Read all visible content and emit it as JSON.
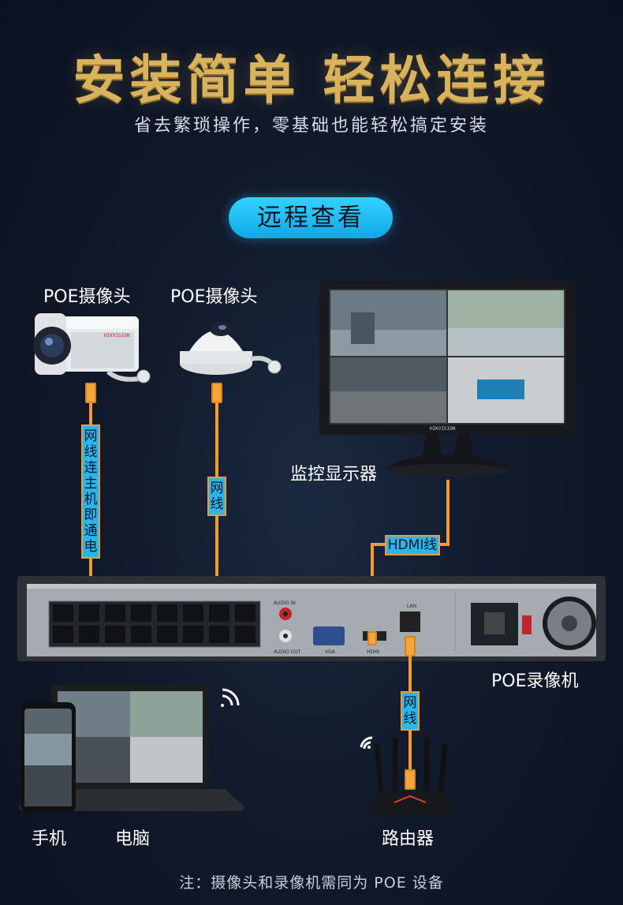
{
  "header": {
    "title": "安装简单  轻松连接",
    "subtitle": "省去繁琐操作，零基础也能轻松搞定安装"
  },
  "section_badge": "远程查看",
  "devices": {
    "camera_bullet_label": "POE摄像头",
    "camera_dome_label": "POE摄像头",
    "monitor_label": "监控显示器",
    "nvr_label": "POE录像机",
    "phone_label": "手机",
    "pc_label": "电脑",
    "router_label": "路由器"
  },
  "cables": {
    "cable1_tag": "网线连主机即通电",
    "cable2_tag": "网线",
    "hdmi_tag": "HDMI线",
    "router_tag": "网线"
  },
  "nvr_panel": {
    "audio_in": "AUDIO IN",
    "audio_out": "AUDIO OUT",
    "vga": "VGA",
    "hdmi": "HDMI",
    "lan": "LAN"
  },
  "brand": "HIKVISION",
  "note": "注：摄像头和录像机需同为 POE 设备",
  "colors": {
    "title_gold": "#d8b25c",
    "accent_blue": "#27b6f0",
    "cable_orange": "#f39a32",
    "background": "#111a2b"
  }
}
